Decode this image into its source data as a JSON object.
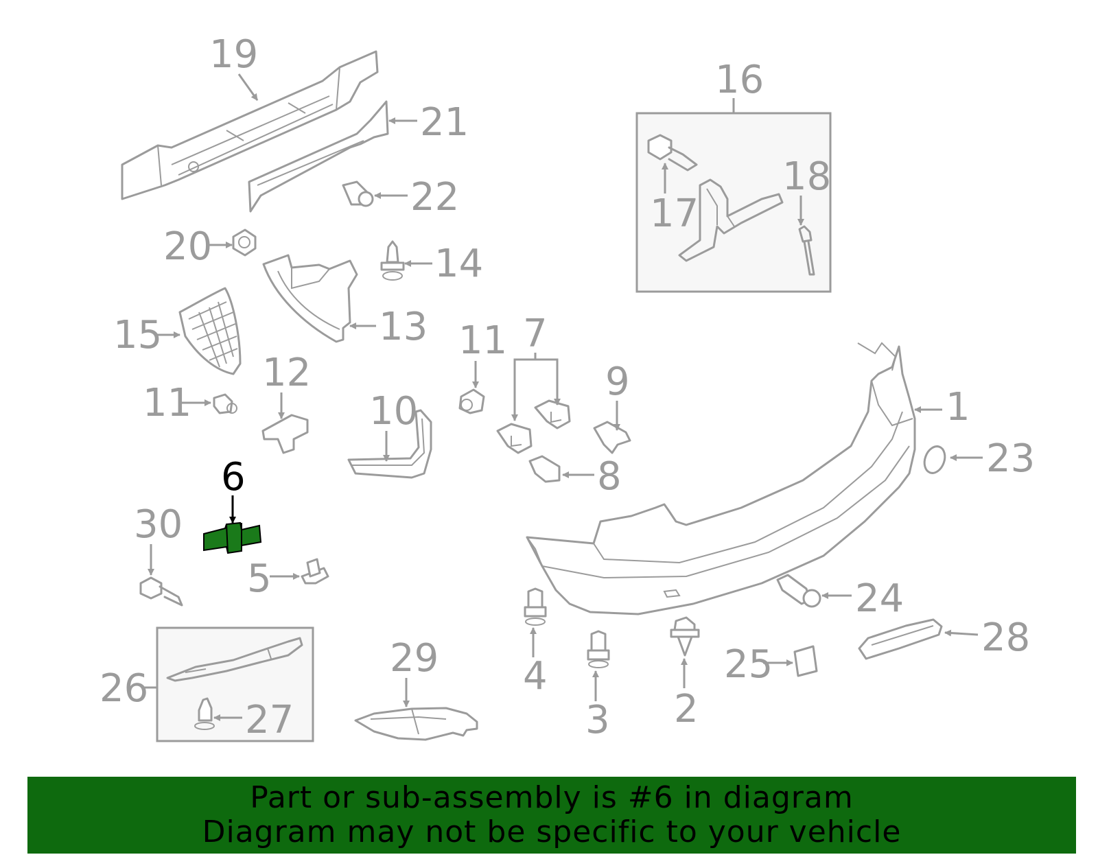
{
  "colors": {
    "line": "#9b9b9b",
    "highlight_fill": "#1a7a1a",
    "highlight_text": "#000000",
    "banner_bg": "#0e6a0e",
    "banner_text": "#000000"
  },
  "callouts": {
    "c1": "1",
    "c2": "2",
    "c3": "3",
    "c4": "4",
    "c5": "5",
    "c6": "6",
    "c7": "7",
    "c8": "8",
    "c9": "9",
    "c10": "10",
    "c11a": "11",
    "c11b": "11",
    "c12": "12",
    "c13": "13",
    "c14": "14",
    "c15": "15",
    "c16": "16",
    "c17": "17",
    "c18": "18",
    "c19": "19",
    "c20": "20",
    "c21": "21",
    "c22": "22",
    "c23": "23",
    "c24": "24",
    "c25": "25",
    "c26": "26",
    "c27": "27",
    "c28": "28",
    "c29": "29",
    "c30": "30"
  },
  "highlighted_part": "6",
  "banner": {
    "line1": "Part or sub-assembly is #6 in diagram",
    "line2": "Diagram may not be specific to your vehicle"
  }
}
